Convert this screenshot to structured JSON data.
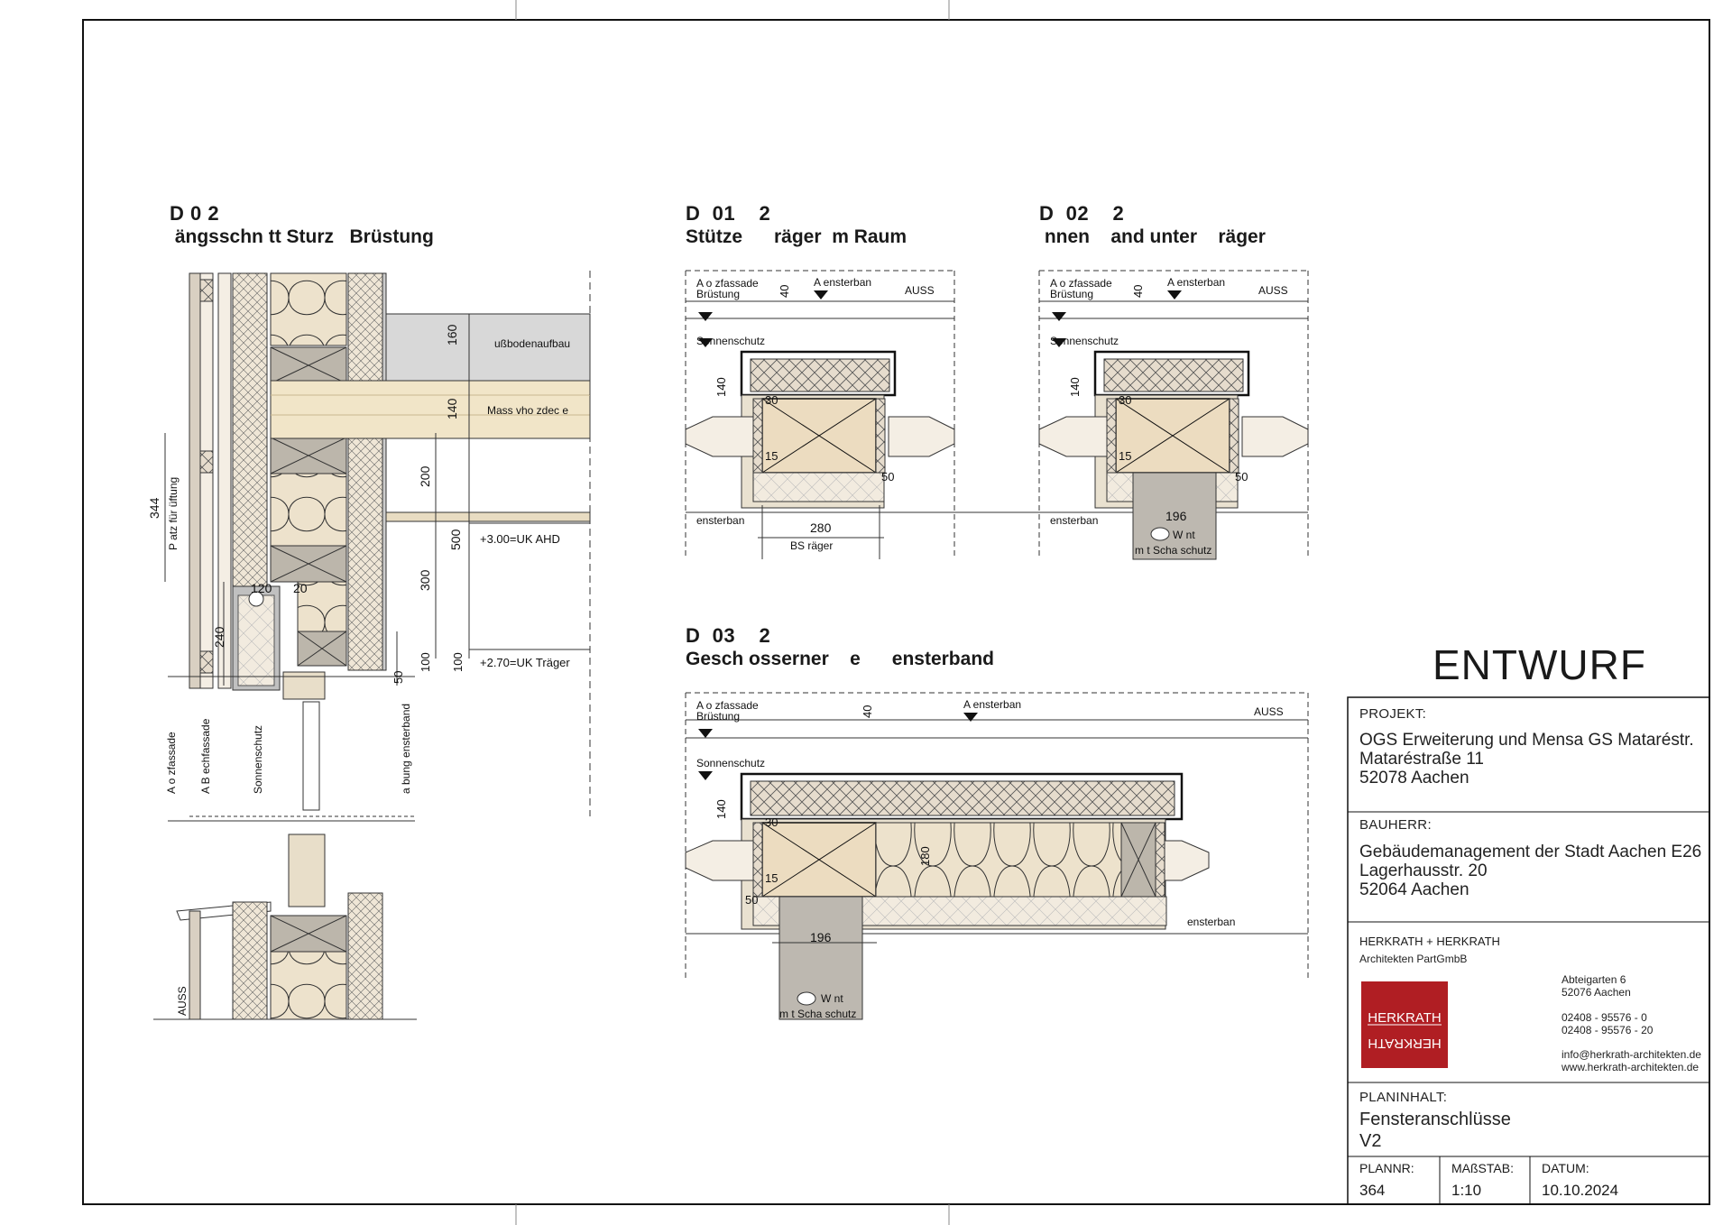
{
  "stamp": "ENTWURF",
  "details": {
    "d00": {
      "id": "D  0    2",
      "title": " ängsschn tt Sturz   Brüstung"
    },
    "d01": {
      "id": "D  01    2",
      "title": "Stütze      räger  m Raum"
    },
    "d02": {
      "id": "D  02    2",
      "title": " nnen    and unter    räger"
    },
    "d03": {
      "id": "D  03    2",
      "title": "Gesch osserner    e      ensterband"
    }
  },
  "labels": {
    "fussboden": "ußbodenaufbau",
    "massivholz": "Mass vho zdec   e",
    "uk_ahd": "+3.00=UK  AHD",
    "uk_traeger": "+2.70=UK  Träger",
    "platz_lueftung": "P atz für    üftung",
    "a_holzfassade": "A      o zfassade",
    "a_blechfassade": "A    B echfassade",
    "sonnenschutz": "Sonnenschutz",
    "a_laibung": "a bung    ensterband",
    "auss": "AUSS",
    "brustung": "Brüstung",
    "a_fensterband": "A       ensterban",
    "fensterband": "ensterban",
    "bs_traeger": "BS      räger",
    "wint": "W nt",
    "mit_schallschutz": "m t Scha  schutz"
  },
  "dims": {
    "d00": [
      "160",
      "140",
      "200",
      "500",
      "300",
      "344",
      "120",
      "20",
      "240",
      "50",
      "100",
      "100"
    ],
    "d01": [
      "40",
      "140",
      "30",
      "15",
      "50",
      "280"
    ],
    "d02": [
      "40",
      "140",
      "30",
      "15",
      "50",
      "196"
    ],
    "d03": [
      "40",
      "140",
      "30",
      "15",
      "50",
      "180",
      "196"
    ]
  },
  "titleblock": {
    "projekt_label": "PROJEKT:",
    "projekt_lines": [
      "OGS Erweiterung und Mensa GS Mataréstr.",
      "Mataréstraße 11",
      "52078 Aachen"
    ],
    "bauherr_label": "BAUHERR:",
    "bauherr_lines": [
      "Gebäudemanagement der Stadt Aachen E26",
      "Lagerhausstr. 20",
      "52064 Aachen"
    ],
    "architect_name": "HERKRATH + HERKRATH",
    "architect_sub": "Architekten PartGmbB",
    "logo_text": "HERKRATH",
    "address_lines": [
      "Abteigarten 6",
      "52076 Aachen"
    ],
    "phone_lines": [
      "02408 - 95576 - 0",
      "02408 - 95576 - 20"
    ],
    "web_lines": [
      "info@herkrath-architekten.de",
      "www.herkrath-architekten.de"
    ],
    "planinhalt_label": "PLANINHALT:",
    "planinhalt_lines": [
      "Fensteranschlüsse",
      "V2"
    ],
    "plannr_label": "PLANNR:",
    "plannr": "364",
    "massstab_label": "MAßSTAB:",
    "massstab": "1:10",
    "datum_label": "DATUM:",
    "datum": "10.10.2024"
  },
  "colors": {
    "wood_light": "#f0e6d2",
    "wood_beam": "#ecdcc0",
    "insulation": "#e8dcc6",
    "dark_insulation": "#c9c2b4",
    "gray_fill": "#d6d6d6",
    "logo_red": "#b01e23",
    "wall_gray": "#bdb8b0"
  }
}
